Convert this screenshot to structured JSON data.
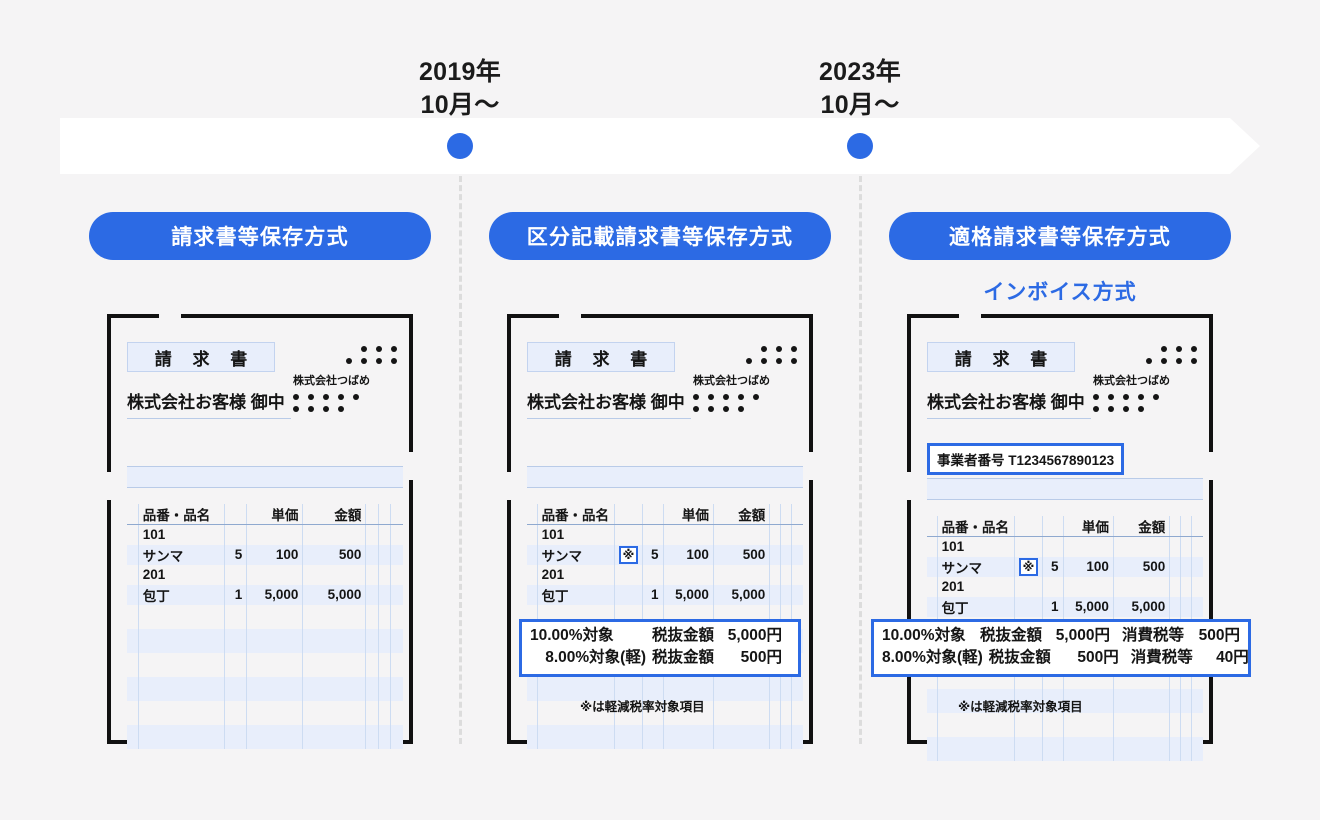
{
  "timeline": {
    "markers": [
      {
        "year": "2019年",
        "month": "10月〜"
      },
      {
        "year": "2023年",
        "month": "10月〜"
      }
    ]
  },
  "colors": {
    "accent": "#2c6ae4",
    "paper_band": "#e8eefb",
    "background": "#f5f4f5"
  },
  "columns": [
    {
      "pill_label": "請求書等保存方式",
      "subtitle": "",
      "invoice": {
        "doc_title": "請 求 書",
        "addressee": "株式会社お客様 御中",
        "issuer_name": "株式会社つばめ",
        "registration_label": "",
        "table": {
          "headers": {
            "name": "品番・品名",
            "unit": "単価",
            "amount": "金額"
          },
          "rows": [
            {
              "code": "101",
              "name": "サンマ",
              "mark": "",
              "qty": "5",
              "unit": "100",
              "amount": "500"
            },
            {
              "code": "201",
              "name": "包丁",
              "mark": "",
              "qty": "1",
              "unit": "5,000",
              "amount": "5,000"
            }
          ]
        },
        "tax_summary": [],
        "footnote": ""
      }
    },
    {
      "pill_label": "区分記載請求書等保存方式",
      "subtitle": "",
      "invoice": {
        "doc_title": "請 求 書",
        "addressee": "株式会社お客様 御中",
        "issuer_name": "株式会社つばめ",
        "registration_label": "",
        "table": {
          "headers": {
            "name": "品番・品名",
            "unit": "単価",
            "amount": "金額"
          },
          "rows": [
            {
              "code": "101",
              "name": "サンマ",
              "mark": "※",
              "qty": "5",
              "unit": "100",
              "amount": "500"
            },
            {
              "code": "201",
              "name": "包丁",
              "mark": "",
              "qty": "1",
              "unit": "5,000",
              "amount": "5,000"
            }
          ]
        },
        "tax_summary": [
          {
            "rate_label": "10.00%対象",
            "net_caption": "税抜金額",
            "net_amount": "5,000円",
            "tax_caption": "",
            "tax_amount": ""
          },
          {
            "rate_label": "8.00%対象(軽)",
            "net_caption": "税抜金額",
            "net_amount": "500円",
            "tax_caption": "",
            "tax_amount": ""
          }
        ],
        "footnote": "※は軽減税率対象項目"
      }
    },
    {
      "pill_label": "適格請求書等保存方式",
      "subtitle": "インボイス方式",
      "invoice": {
        "doc_title": "請 求 書",
        "addressee": "株式会社お客様 御中",
        "issuer_name": "株式会社つばめ",
        "registration_label": "事業者番号 T1234567890123",
        "table": {
          "headers": {
            "name": "品番・品名",
            "unit": "単価",
            "amount": "金額"
          },
          "rows": [
            {
              "code": "101",
              "name": "サンマ",
              "mark": "※",
              "qty": "5",
              "unit": "100",
              "amount": "500"
            },
            {
              "code": "201",
              "name": "包丁",
              "mark": "",
              "qty": "1",
              "unit": "5,000",
              "amount": "5,000"
            }
          ]
        },
        "tax_summary": [
          {
            "rate_label": "10.00%対象",
            "net_caption": "税抜金額",
            "net_amount": "5,000円",
            "tax_caption": "消費税等",
            "tax_amount": "500円"
          },
          {
            "rate_label": "8.00%対象(軽)",
            "net_caption": "税抜金額",
            "net_amount": "500円",
            "tax_caption": "消費税等",
            "tax_amount": "40円"
          }
        ],
        "footnote": "※は軽減税率対象項目"
      }
    }
  ]
}
